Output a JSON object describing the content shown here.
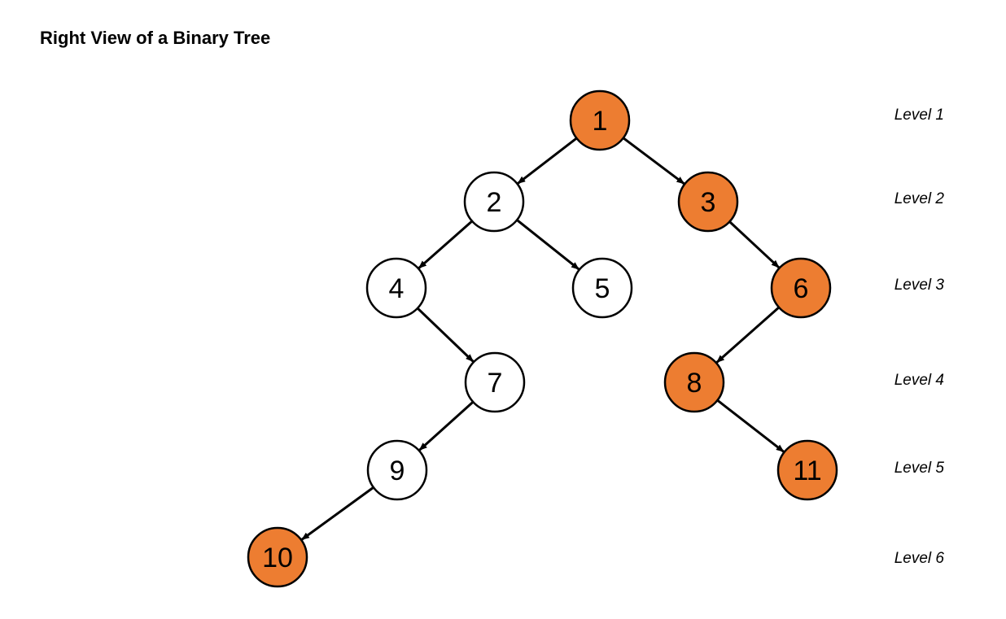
{
  "title": "Right View of a Binary Tree",
  "colors": {
    "highlight": "#ed7d31",
    "default_fill": "#ffffff",
    "stroke": "#000000"
  },
  "levels": [
    {
      "label": "Level 1"
    },
    {
      "label": "Level 2"
    },
    {
      "label": "Level 3"
    },
    {
      "label": "Level 4"
    },
    {
      "label": "Level 5"
    },
    {
      "label": "Level 6"
    }
  ],
  "nodes": [
    {
      "id": "1",
      "label": "1",
      "level": 1,
      "highlighted": true
    },
    {
      "id": "2",
      "label": "2",
      "level": 2,
      "highlighted": false
    },
    {
      "id": "3",
      "label": "3",
      "level": 2,
      "highlighted": true
    },
    {
      "id": "4",
      "label": "4",
      "level": 3,
      "highlighted": false
    },
    {
      "id": "5",
      "label": "5",
      "level": 3,
      "highlighted": false
    },
    {
      "id": "6",
      "label": "6",
      "level": 3,
      "highlighted": true
    },
    {
      "id": "7",
      "label": "7",
      "level": 4,
      "highlighted": false
    },
    {
      "id": "8",
      "label": "8",
      "level": 4,
      "highlighted": true
    },
    {
      "id": "9",
      "label": "9",
      "level": 5,
      "highlighted": false
    },
    {
      "id": "11",
      "label": "11",
      "level": 5,
      "highlighted": true
    },
    {
      "id": "10",
      "label": "10",
      "level": 6,
      "highlighted": true
    }
  ],
  "edges": [
    {
      "from": "1",
      "to": "2"
    },
    {
      "from": "1",
      "to": "3"
    },
    {
      "from": "2",
      "to": "4"
    },
    {
      "from": "2",
      "to": "5"
    },
    {
      "from": "3",
      "to": "6"
    },
    {
      "from": "4",
      "to": "7"
    },
    {
      "from": "6",
      "to": "8"
    },
    {
      "from": "7",
      "to": "9"
    },
    {
      "from": "8",
      "to": "11"
    },
    {
      "from": "9",
      "to": "10"
    }
  ]
}
